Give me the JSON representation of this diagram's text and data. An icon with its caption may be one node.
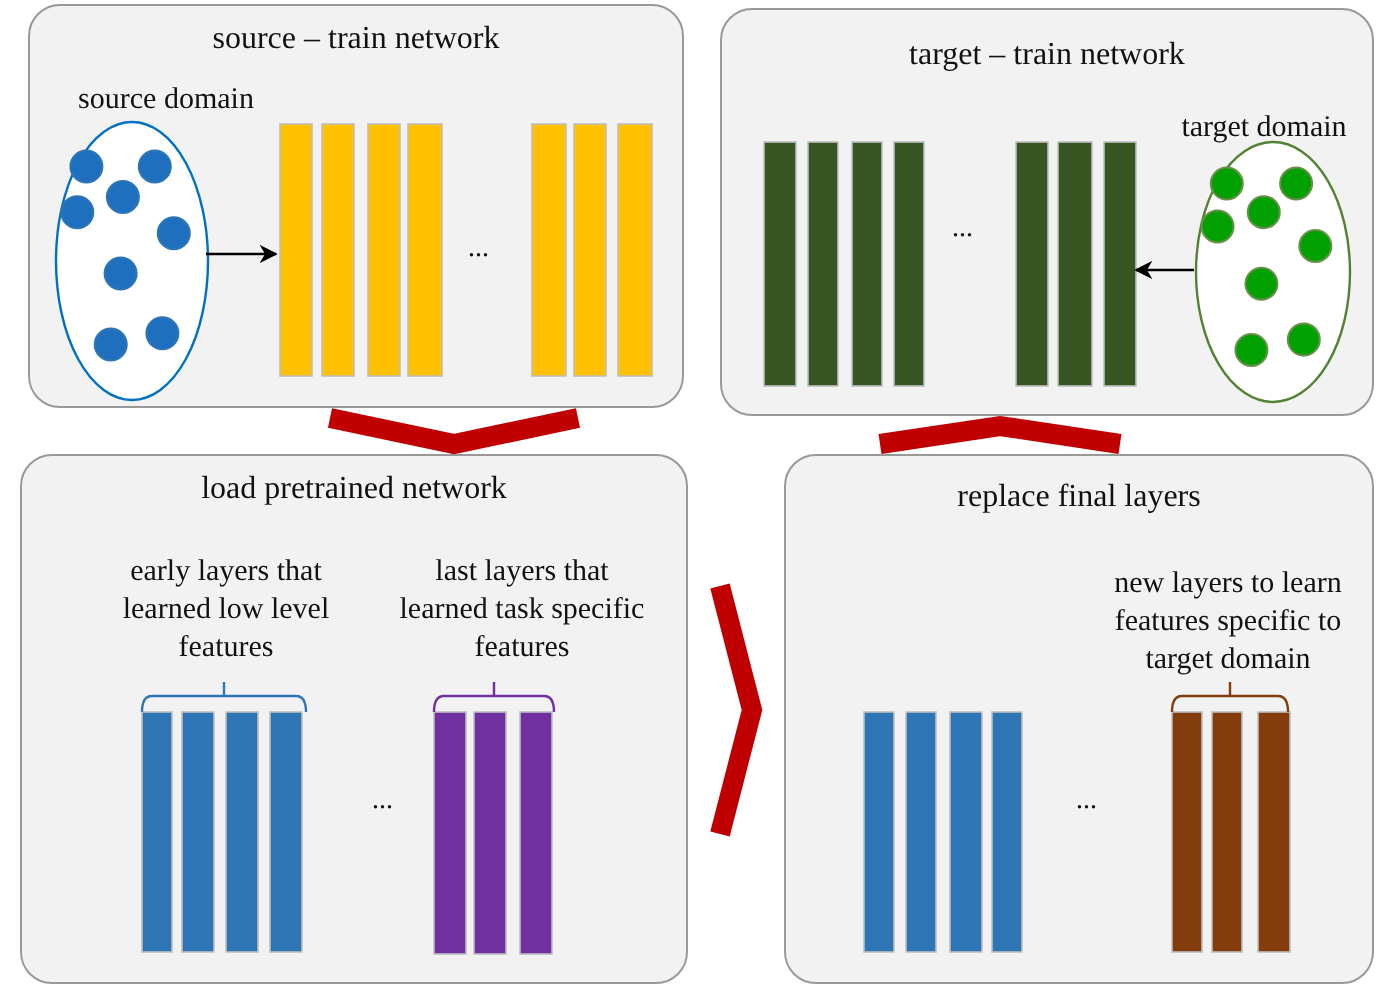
{
  "diagram": {
    "nodes": [
      {
        "text": [
          "source – train network"
        ]
      },
      {
        "text": [
          "source domain"
        ],
        "in": 0
      },
      {
        "text": [
          "..."
        ],
        "in": 0
      },
      {
        "text": [
          "target – train network"
        ]
      },
      {
        "text": [
          "..."
        ],
        "in": 3
      },
      {
        "text": [
          "target domain"
        ],
        "in": 3
      },
      {
        "text": [
          "load pretrained network"
        ]
      },
      {
        "text": [
          "early layers that learned low level features"
        ],
        "in": 6
      },
      {
        "text": [
          "last layers that learned task specific features"
        ],
        "in": 6
      },
      {
        "text": [
          "replace final layers"
        ]
      },
      {
        "text": [],
        "shape": "bar",
        "in": 9
      },
      {
        "text": [
          "new layers to learn features specific to target domain"
        ],
        "in": 9
      }
    ],
    "edges": [
      {
        "from": 1,
        "to": 2,
        "arrow": "to",
        "color": "#000000"
      },
      {
        "from": 5,
        "to": 4,
        "arrow": "to",
        "color": "#000000"
      },
      {
        "from": 0,
        "to": 6,
        "arrow": "none",
        "color": "#c00000"
      },
      {
        "from": 6,
        "to": 9,
        "arrow": "none",
        "color": "#c00000"
      },
      {
        "from": 9,
        "to": 3,
        "arrow": "none",
        "color": "#c00000"
      }
    ],
    "labels": [
      "...",
      "..."
    ]
  }
}
